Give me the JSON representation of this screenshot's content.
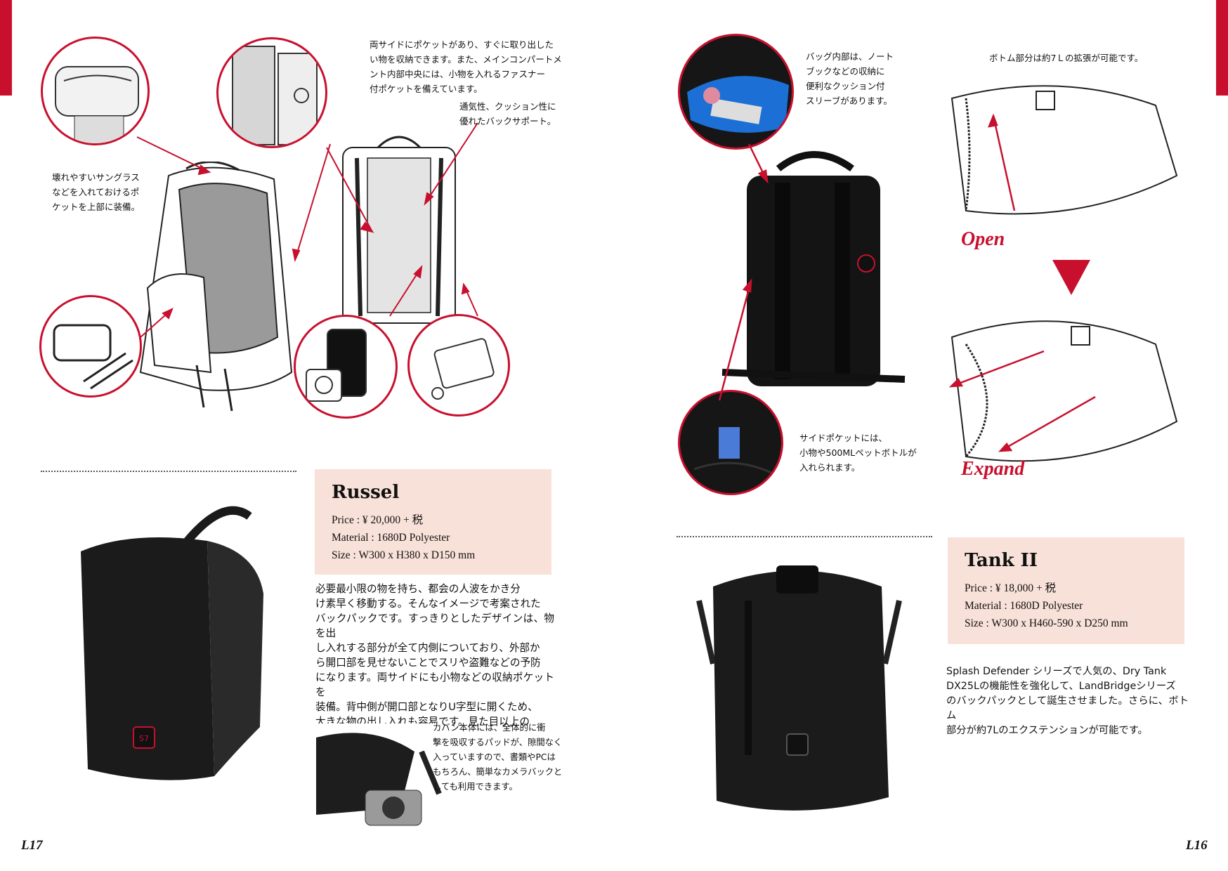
{
  "colors": {
    "accent": "#c8102e",
    "info_box": "#f8e1d8",
    "text": "#111111"
  },
  "left_page": {
    "folio": "L17",
    "callouts": {
      "top_pocket": "壊れやすいサングラス\nなどを入れておけるポ\nケットを上部に装備。",
      "side_pockets": "両サイドにポケットがあり、すぐに取り出した\nい物を収納できます。また、メインコンパートメ\nント内部中央には、小物を入れるファスナー\n付ポケットを備えています。",
      "back_support": "通気性、クッション性に\n優れたバックサポート。",
      "camera": "カバン本体には、全体的に衝\n撃を吸収するパッドが、隙間なく\n入っていますので、書類やPCは\nもちろん、簡単なカメラバックと\nしても利用できます。"
    },
    "product": {
      "name": "Russel",
      "price": "Price : ¥ 20,000 + 税",
      "material": "Material : 1680D Polyester",
      "size": "Size : W300 x H380 x D150 mm"
    },
    "description": "必要最小限の物を持ち、都会の人波をかき分\nけ素早く移動する。そんなイメージで考案された\nバックパックです。すっきりとしたデザインは、物を出\nし入れする部分が全て内側についており、外部か\nら開口部を見せないことでスリや盗難などの予防\nになります。両サイドにも小物などの収納ポケットを\n装備。背中側が開口部となりU字型に開くため、\n大きな物の出し入れも容易です。見た目以上の\n収納力があります。"
  },
  "right_page": {
    "folio": "L16",
    "callouts": {
      "sleeve": "バッグ内部は、ノート\nブックなどの収納に\n便利なクッション付\nスリーブがあります。",
      "expand": "ボトム部分は約7Ｌの拡張が可能です。",
      "side_pocket": "サイドポケットには、\n小物や500MLペットボトルが\n入れられます。"
    },
    "labels": {
      "open": "Open",
      "expand": "Expand"
    },
    "product": {
      "name": "Tank II",
      "price": "Price : ¥ 18,000 + 税",
      "material": "Material : 1680D Polyester",
      "size": "Size : W300 x H460-590 x D250 mm"
    },
    "description": "Splash Defender シリーズで人気の、Dry Tank\nDX25Lの機能性を強化して、LandBridgeシリーズ\nのバックパックとして誕生させました。さらに、ボトム\n部分が約7Lのエクステンションが可能です。"
  }
}
